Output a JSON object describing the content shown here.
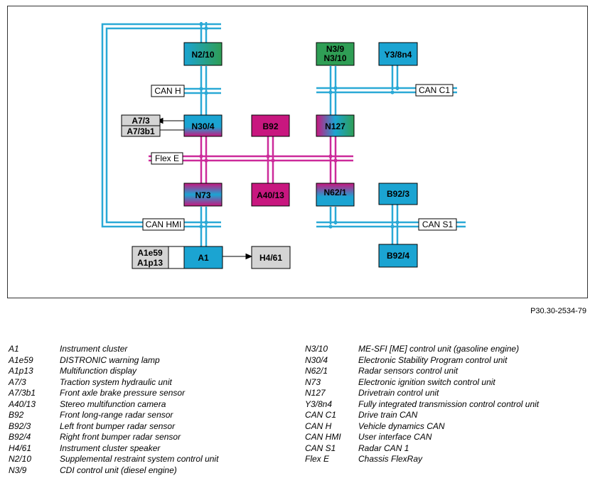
{
  "figure_ref": "P30.30-2534-79",
  "colors": {
    "can_bus": "#2aa9d6",
    "flex_bus": "#cc2a9a",
    "cyan_box": "#1ba4d2",
    "magenta_box": "#c8177f",
    "green_box": "#2f9e55",
    "grey_box": "#d4d4d4"
  },
  "nodes": {
    "n2_10": "N2/10",
    "n3_9": "N3/9",
    "n3_10": "N3/10",
    "y3_8n4": "Y3/8n4",
    "n30_4": "N30/4",
    "b92": "B92",
    "n127": "N127",
    "n73": "N73",
    "a40_13": "A40/13",
    "n62_1": "N62/1",
    "b92_3": "B92/3",
    "b92_4": "B92/4",
    "a1": "A1",
    "a7_3": "A7/3",
    "a7_3b1": "A7/3b1",
    "a1e59": "A1e59",
    "a1p13": "A1p13",
    "h4_61": "H4/61"
  },
  "buses": {
    "can_h": "CAN H",
    "can_c1": "CAN C1",
    "flex_e": "Flex E",
    "can_hmi": "CAN HMI",
    "can_s1": "CAN S1"
  },
  "legend_left": [
    {
      "code": "A1",
      "desc": "Instrument cluster"
    },
    {
      "code": "A1e59",
      "desc": "DISTRONIC warning lamp"
    },
    {
      "code": "A1p13",
      "desc": "Multifunction display"
    },
    {
      "code": "A7/3",
      "desc": "Traction system hydraulic unit"
    },
    {
      "code": "A7/3b1",
      "desc": "Front axle brake pressure sensor"
    },
    {
      "code": "A40/13",
      "desc": "Stereo multifunction camera"
    },
    {
      "code": "B92",
      "desc": "Front long-range radar sensor"
    },
    {
      "code": "B92/3",
      "desc": "Left front bumper radar sensor"
    },
    {
      "code": "B92/4",
      "desc": "Right front bumper radar sensor"
    },
    {
      "code": "H4/61",
      "desc": "Instrument cluster speaker"
    },
    {
      "code": "N2/10",
      "desc": "Supplemental restraint system control unit"
    },
    {
      "code": "N3/9",
      "desc": "CDI control unit (diesel engine)"
    }
  ],
  "legend_right": [
    {
      "code": "N3/10",
      "desc": "ME-SFI [ME] control unit (gasoline engine)"
    },
    {
      "code": "N30/4",
      "desc": "Electronic Stability Program control unit"
    },
    {
      "code": "N62/1",
      "desc": "Radar sensors control unit"
    },
    {
      "code": "N73",
      "desc": "Electronic ignition switch control unit"
    },
    {
      "code": "N127",
      "desc": "Drivetrain control unit"
    },
    {
      "code": "Y3/8n4",
      "desc": "Fully integrated transmission control control unit"
    },
    {
      "code": "CAN C1",
      "desc": "Drive train CAN"
    },
    {
      "code": "CAN H",
      "desc": "Vehicle dynamics CAN"
    },
    {
      "code": "CAN HMI",
      "desc": "User interface CAN"
    },
    {
      "code": "CAN S1",
      "desc": "Radar CAN 1"
    },
    {
      "code": "Flex E",
      "desc": "Chassis FlexRay"
    }
  ]
}
